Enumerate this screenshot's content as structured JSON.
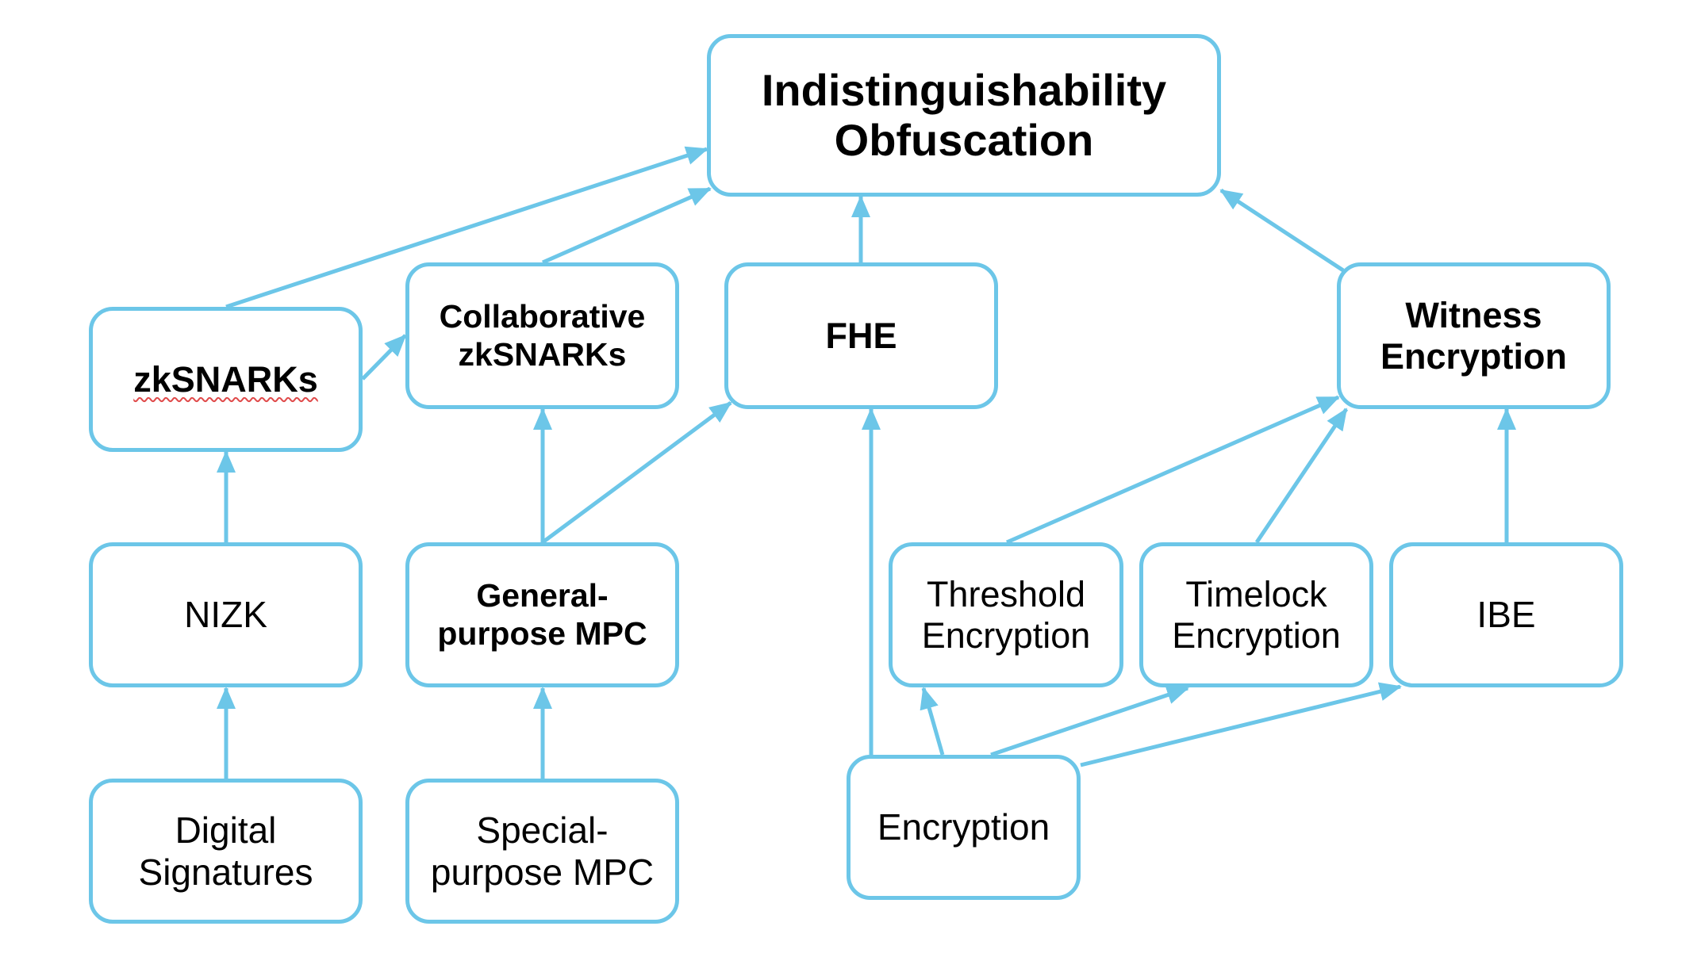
{
  "diagram": {
    "line_color": "#6CC6E8",
    "nodes": {
      "io": "Indistinguishability\nObfuscation",
      "zksnarks": "zkSNARKs",
      "collab": "Collaborative\nzkSNARKs",
      "fhe": "FHE",
      "witness": "Witness\nEncryption",
      "nizk": "NIZK",
      "gpmpc": "General-\npurpose MPC",
      "threshold": "Threshold\nEncryption",
      "timelock": "Timelock\nEncryption",
      "ibe": "IBE",
      "digsig": "Digital\nSignatures",
      "spmpc": "Special-\npurpose MPC",
      "enc": "Encryption"
    },
    "edges": [
      {
        "from": "digsig",
        "to": "nizk"
      },
      {
        "from": "nizk",
        "to": "zksnarks"
      },
      {
        "from": "zksnarks",
        "to": "io"
      },
      {
        "from": "zksnarks",
        "to": "collab"
      },
      {
        "from": "collab",
        "to": "io"
      },
      {
        "from": "spmpc",
        "to": "gpmpc"
      },
      {
        "from": "gpmpc",
        "to": "collab"
      },
      {
        "from": "gpmpc",
        "to": "fhe"
      },
      {
        "from": "fhe",
        "to": "io"
      },
      {
        "from": "enc",
        "to": "fhe"
      },
      {
        "from": "enc",
        "to": "threshold"
      },
      {
        "from": "enc",
        "to": "timelock"
      },
      {
        "from": "enc",
        "to": "ibe"
      },
      {
        "from": "threshold",
        "to": "witness"
      },
      {
        "from": "timelock",
        "to": "witness"
      },
      {
        "from": "ibe",
        "to": "witness"
      },
      {
        "from": "witness",
        "to": "io"
      }
    ]
  }
}
